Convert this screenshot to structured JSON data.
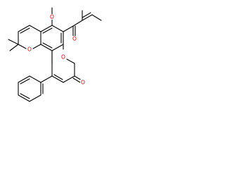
{
  "diagram": {
    "type": "chemical-structure",
    "colors": {
      "carbon_bonds": "#000000",
      "heteroatom": "#d00000",
      "background": "#ffffff"
    },
    "atom_labels": {
      "o_methoxy": "O",
      "o_ketone": "O",
      "o_pyran": "O",
      "o_lactone_ring": "O",
      "o_lactone_carbonyl": "O"
    }
  }
}
